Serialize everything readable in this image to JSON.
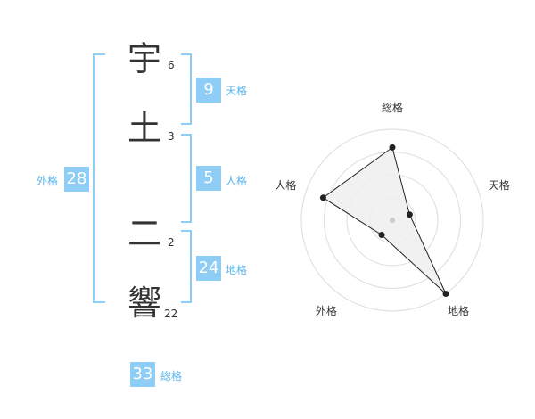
{
  "name": {
    "chars": [
      {
        "char": "宇",
        "strokes": "6"
      },
      {
        "char": "土",
        "strokes": "3"
      },
      {
        "char": "二",
        "strokes": "2"
      },
      {
        "char": "響",
        "strokes": "22"
      }
    ]
  },
  "fortune": {
    "tenkaku": {
      "value": "9",
      "label": "天格"
    },
    "jinkaku": {
      "value": "5",
      "label": "人格"
    },
    "chikaku": {
      "value": "24",
      "label": "地格"
    },
    "gaikaku": {
      "value": "28",
      "label": "外格"
    },
    "soukaku": {
      "value": "33",
      "label": "総格"
    }
  },
  "chart_data": {
    "type": "radar",
    "axes": [
      "総格",
      "天格",
      "地格",
      "外格",
      "人格"
    ],
    "values": [
      0.8,
      0.2,
      1.0,
      0.2,
      0.8
    ],
    "rings": 4,
    "colors": {
      "fill": "#efefef",
      "line": "#222222",
      "grid": "#dddddd",
      "center": "#cccccc"
    }
  }
}
